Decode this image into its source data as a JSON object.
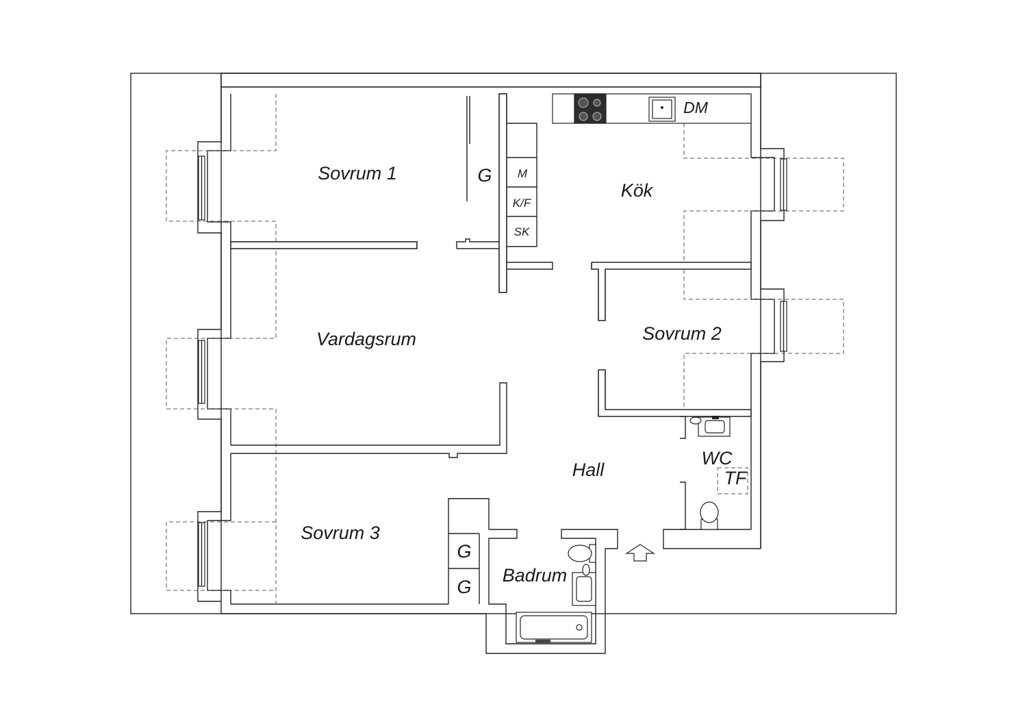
{
  "rooms": {
    "sovrum1": "Sovrum 1",
    "vardagsrum": "Vardagsrum",
    "sovrum3": "Sovrum 3",
    "kok": "Kök",
    "sovrum2": "Sovrum 2",
    "hall": "Hall",
    "wc": "WC",
    "badrum": "Badrum"
  },
  "fixtures": {
    "garderob_sovrum1": "G",
    "garderob_a": "G",
    "garderob_b": "G",
    "mikro": "M",
    "kyl_frys": "K/F",
    "skap": "SK",
    "diskmaskin": "DM",
    "tvattmaskin_tork": "TF"
  },
  "icons": [
    "entrance-arrow-icon",
    "stove-icon",
    "sink-icon",
    "toilet-icon",
    "bathtub-icon",
    "washbasin-icon"
  ]
}
